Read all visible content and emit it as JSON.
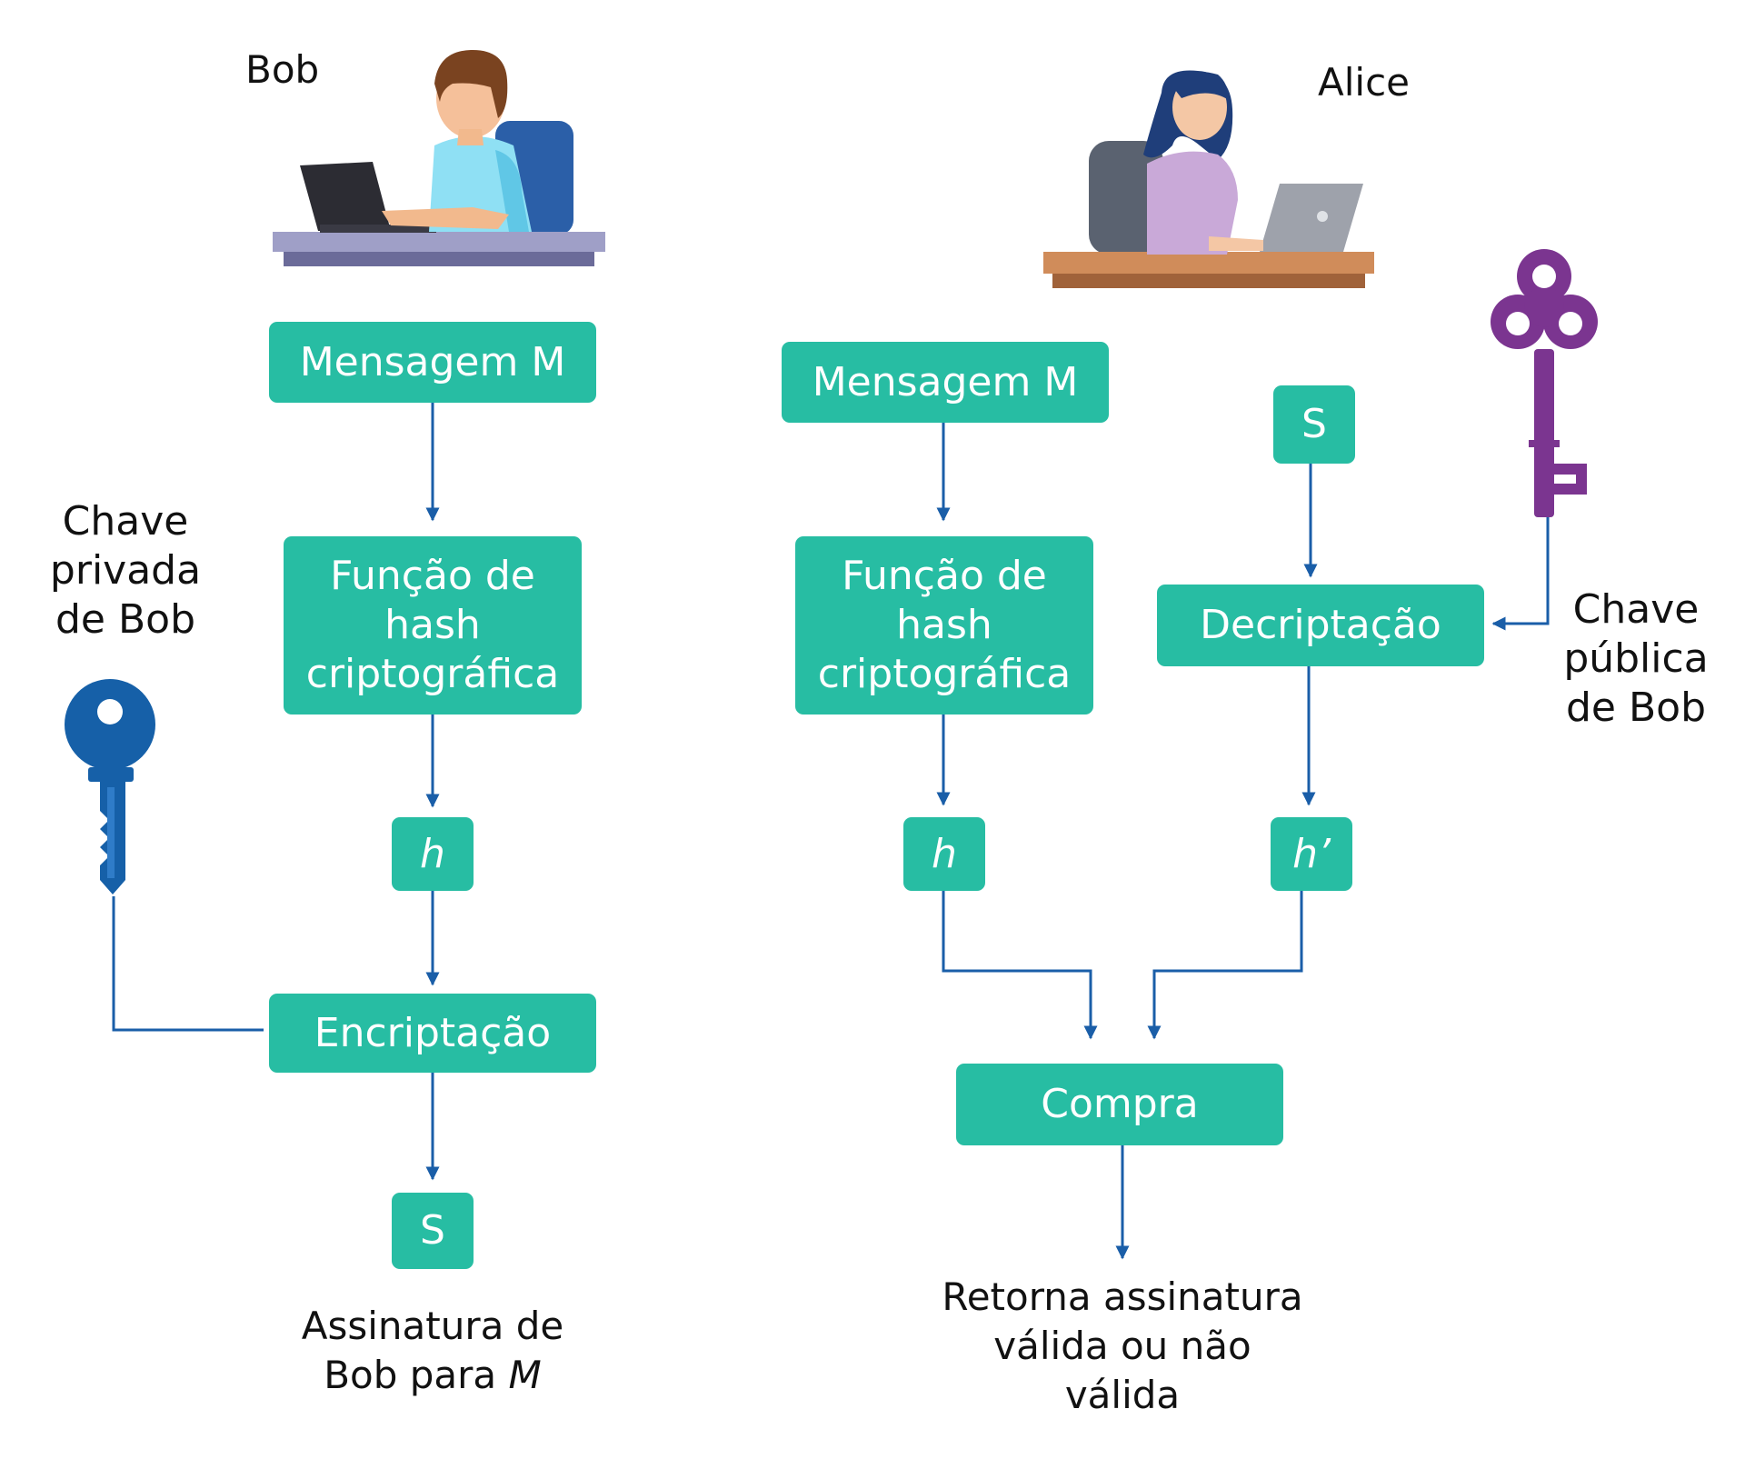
{
  "bob": {
    "name": "Bob",
    "message": "Mensagem M",
    "hash_function": [
      "Função de",
      "hash",
      "criptográfica"
    ],
    "h": "h",
    "encrypt": "Encriptação",
    "s": "S",
    "caption": [
      "Assinatura de",
      "Bob para "
    ],
    "caption_italic": "M",
    "key_label": [
      "Chave",
      "privada",
      "de Bob"
    ]
  },
  "alice": {
    "name": "Alice",
    "message": "Mensagem M",
    "hash_function": [
      "Função de",
      "hash",
      "criptográfica"
    ],
    "h": "h",
    "s": "S",
    "decrypt": "Decriptação",
    "h_prime": "h’",
    "compare": "Compra",
    "result": [
      "Retorna assinatura",
      "válida ou não",
      "válida"
    ],
    "key_label": [
      "Chave",
      "pública",
      "de Bob"
    ]
  },
  "colors": {
    "box": "#27bda3",
    "arrow": "#1a5ea8",
    "private_key": "#1660a8",
    "public_key": "#7b3590"
  }
}
